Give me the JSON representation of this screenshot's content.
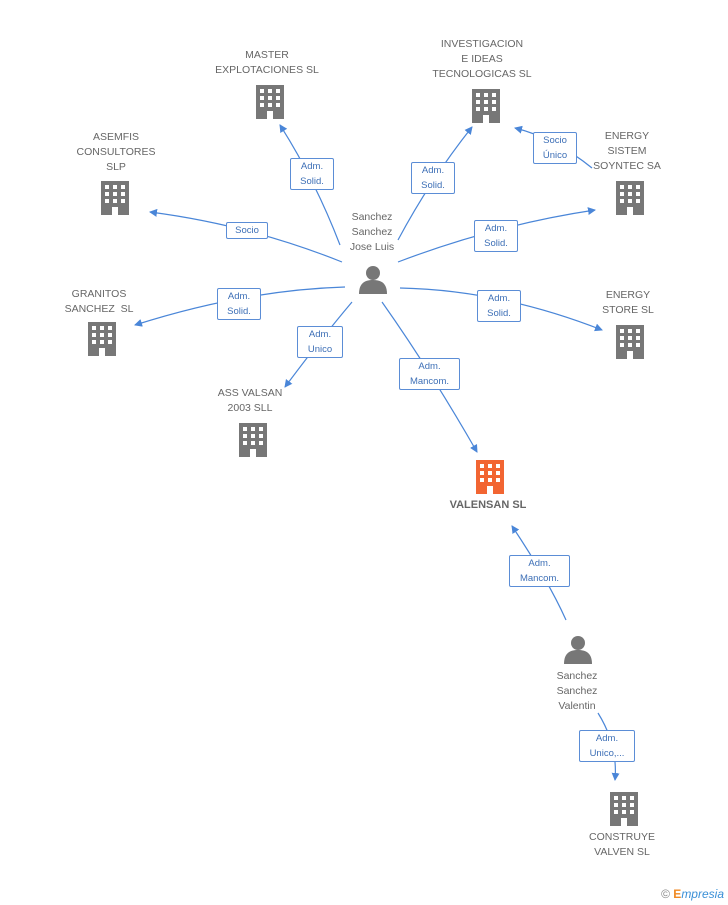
{
  "nodes": {
    "master": {
      "label": "MASTER\nEXPLOTACIONES SL"
    },
    "investigacion": {
      "label": "INVESTIGACION\nE IDEAS\nTECNOLOGICAS SL"
    },
    "asemfis": {
      "label": "ASEMFIS\nCONSULTORES\nSLP"
    },
    "energy_sistem": {
      "label": "ENERGY\nSISTEM\nSOYNTEC SA"
    },
    "granitos": {
      "label": "GRANITOS\nSANCHEZ  SL"
    },
    "energy_store": {
      "label": "ENERGY\nSTORE SL"
    },
    "ass_valsan": {
      "label": "ASS VALSAN\n2003 SLL"
    },
    "valensan": {
      "label": "VALENSAN SL"
    },
    "construye": {
      "label": "CONSTRUYE\nVALVEN SL"
    },
    "person_jose": {
      "label": "Sanchez\nSanchez\nJose Luis"
    },
    "person_valentin": {
      "label": "Sanchez\nSanchez\nValentin"
    }
  },
  "edges": {
    "e_master": "Adm.\nSolid.",
    "e_investigacion": "Adm.\nSolid.",
    "e_socio_unico": "Socio\nÚnico",
    "e_asemfis": "Socio",
    "e_energy_sistem": "Adm.\nSolid.",
    "e_granitos": "Adm.\nSolid.",
    "e_energy_store": "Adm.\nSolid.",
    "e_ass_valsan": "Adm.\nUnico",
    "e_valensan_jose": "Adm.\nMancom.",
    "e_valensan_valentin": "Adm.\nMancom.",
    "e_construye": "Adm.\nUnico,..."
  },
  "colors": {
    "edge": "#4a86d8",
    "building": "#777777",
    "building_highlight": "#f26532",
    "person": "#777777"
  },
  "footer": {
    "copyright": "©",
    "brand_e": "E",
    "brand_rest": "mpresia"
  }
}
